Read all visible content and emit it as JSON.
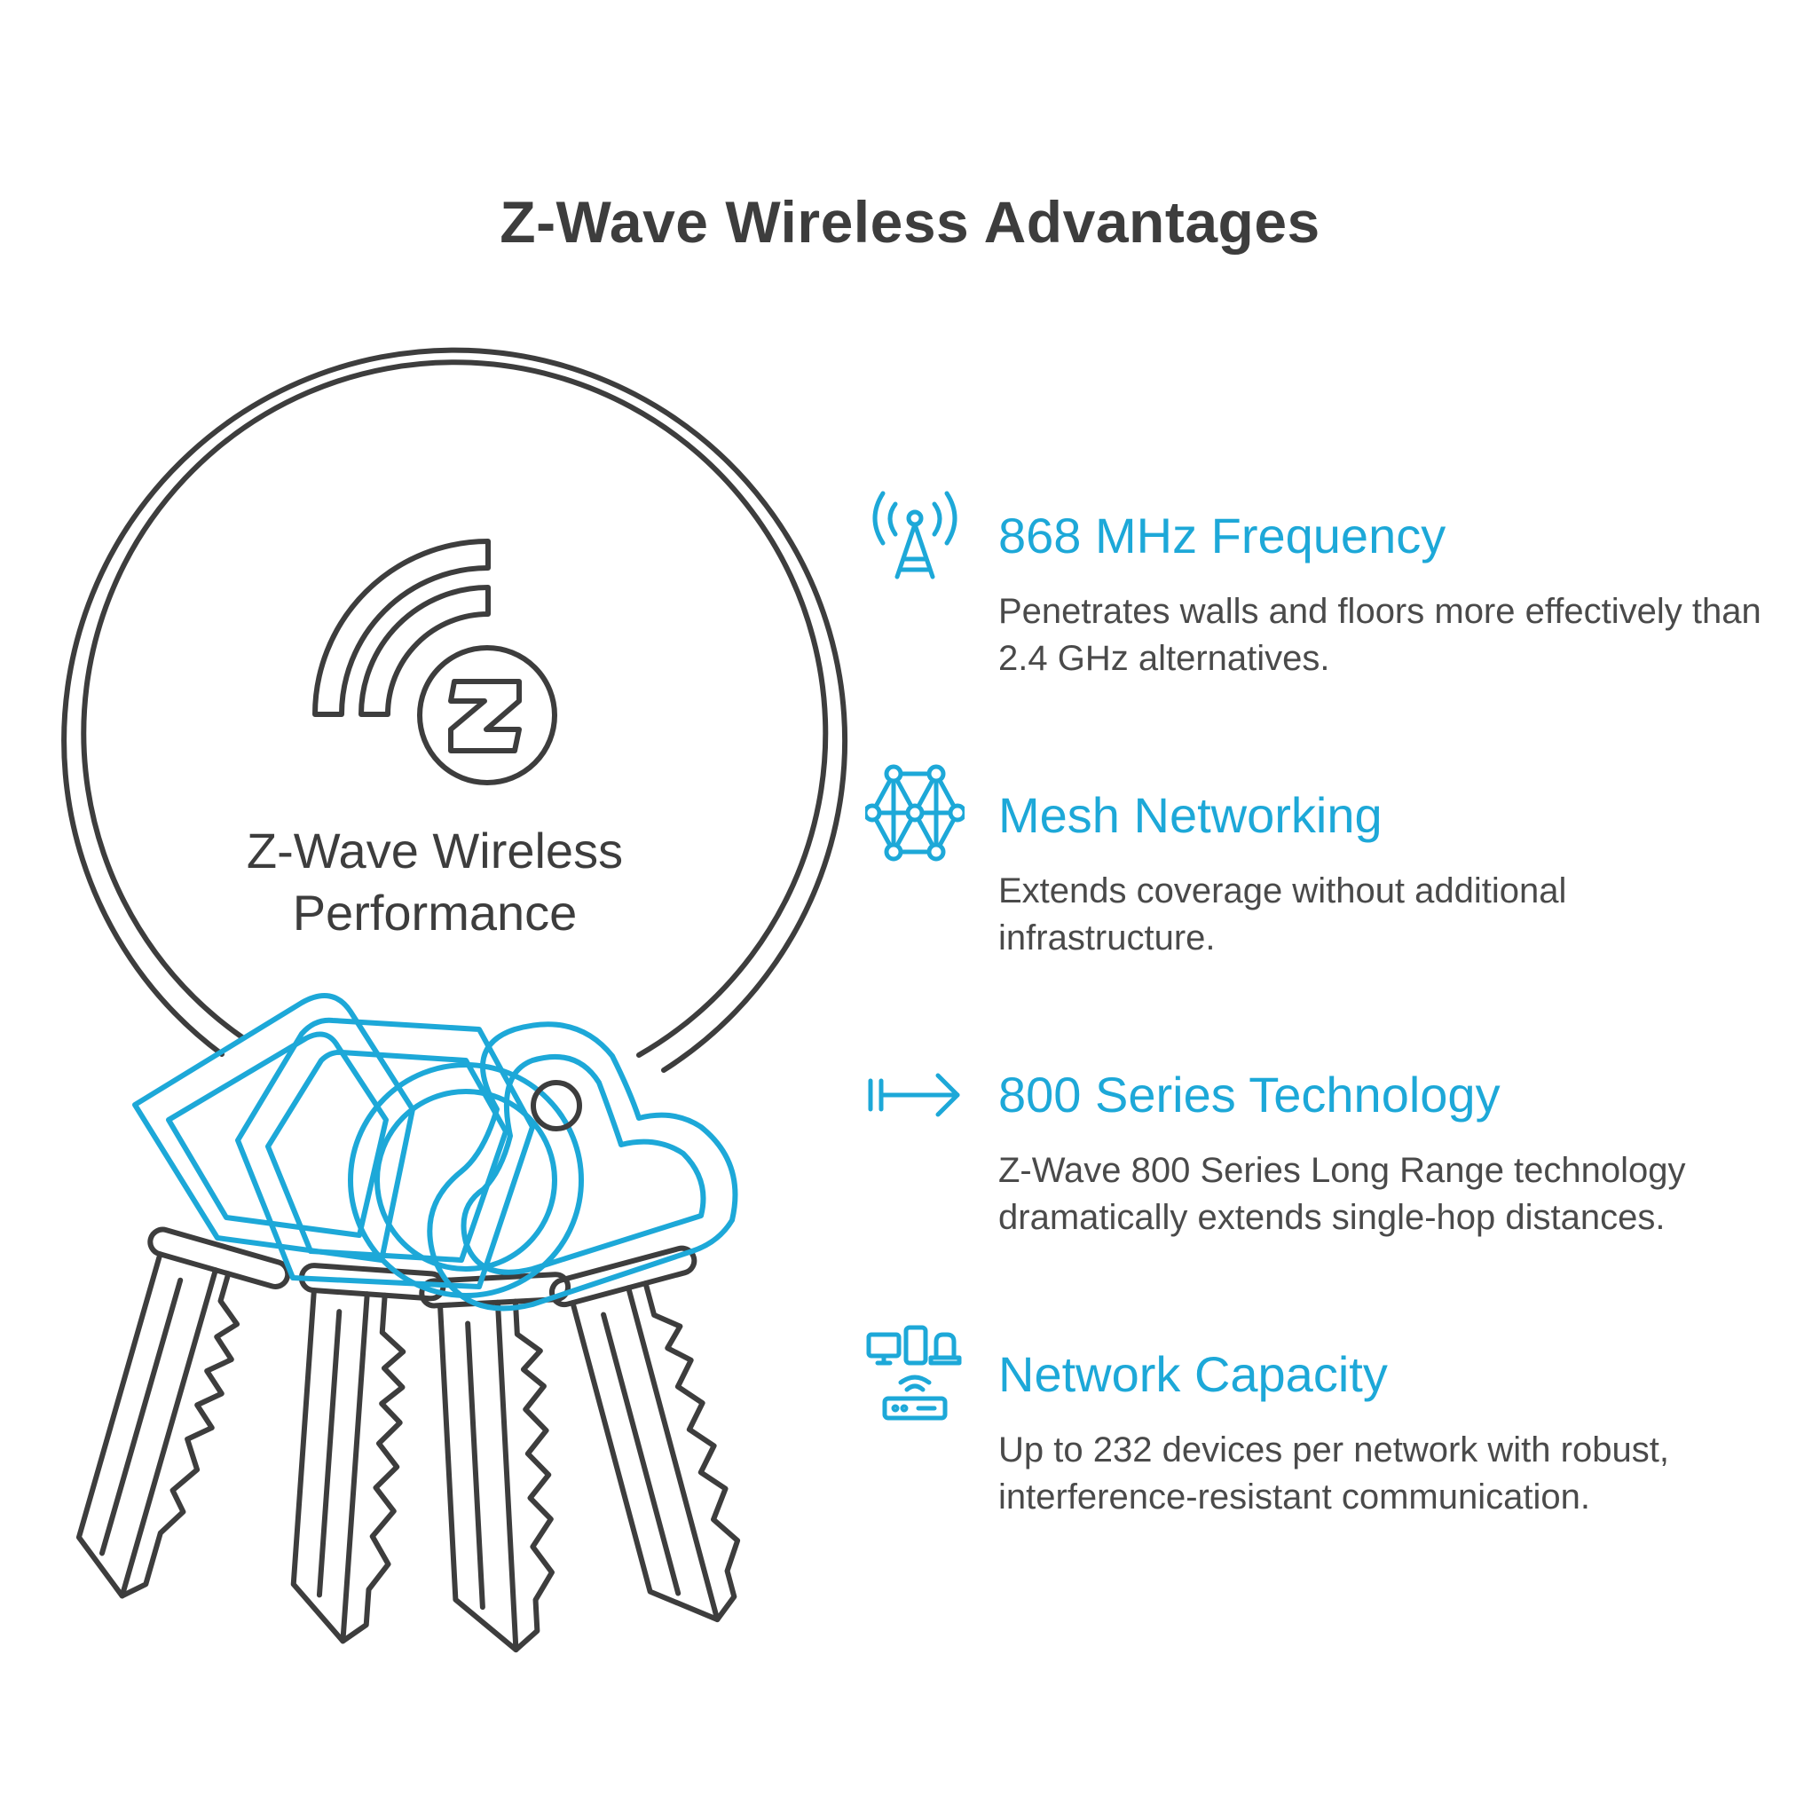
{
  "title": "Z-Wave Wireless Advantages",
  "ring_label": {
    "line1": "Z-Wave Wireless",
    "line2": "Performance"
  },
  "colors": {
    "accent": "#1da8d8",
    "outline": "#3d3d3d",
    "text": "#4a4a4a"
  },
  "features": [
    {
      "icon": "antenna-tower-icon",
      "title": "868 MHz Frequency",
      "description": "Penetrates walls and floors more effectively than 2.4 GHz alternatives."
    },
    {
      "icon": "mesh-network-icon",
      "title": "Mesh Networking",
      "description": "Extends coverage without additional infrastructure."
    },
    {
      "icon": "arrow-right-to-bar-icon",
      "title": "800 Series Technology",
      "description": "Z-Wave 800 Series Long Range technology dramatically extends single-hop distances."
    },
    {
      "icon": "devices-router-icon",
      "title": "Network Capacity",
      "description": "Up to 232 devices per network with robust, interference-resistant communication."
    }
  ]
}
